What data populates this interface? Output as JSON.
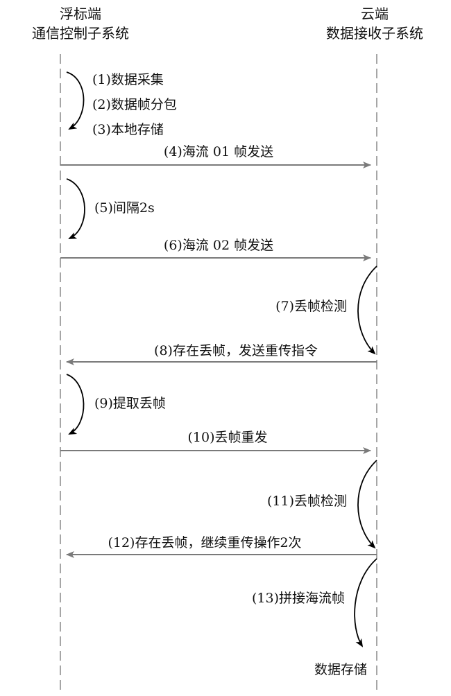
{
  "participants": {
    "left": {
      "name": "浮标端",
      "subsystem": "通信控制子系统"
    },
    "right": {
      "name": "云端",
      "subsystem": "数据接收子系统"
    }
  },
  "steps": [
    {
      "id": "s1",
      "kind": "self",
      "side": "left",
      "label": "(1)数据采集"
    },
    {
      "id": "s2",
      "kind": "self",
      "side": "left",
      "label": "(2)数据帧分包"
    },
    {
      "id": "s3",
      "kind": "self",
      "side": "left",
      "label": "(3)本地存储"
    },
    {
      "id": "s4",
      "kind": "message",
      "from": "left",
      "to": "right",
      "label": "(4)海流 01 帧发送"
    },
    {
      "id": "s5",
      "kind": "self",
      "side": "left",
      "label": "(5)间隔2s"
    },
    {
      "id": "s6",
      "kind": "message",
      "from": "left",
      "to": "right",
      "label": "(6)海流 02 帧发送"
    },
    {
      "id": "s7",
      "kind": "self",
      "side": "right",
      "label": "(7)丢帧检测"
    },
    {
      "id": "s8",
      "kind": "message",
      "from": "right",
      "to": "left",
      "label": "(8)存在丢帧，发送重传指令"
    },
    {
      "id": "s9",
      "kind": "self",
      "side": "left",
      "label": "(9)提取丢帧"
    },
    {
      "id": "s10",
      "kind": "message",
      "from": "left",
      "to": "right",
      "label": "(10)丢帧重发"
    },
    {
      "id": "s11",
      "kind": "self",
      "side": "right",
      "label": "(11)丢帧检测"
    },
    {
      "id": "s12",
      "kind": "message",
      "from": "right",
      "to": "left",
      "label": "(12)存在丢帧，继续重传操作2次"
    },
    {
      "id": "s13",
      "kind": "self",
      "side": "right",
      "label": "(13)拼接海流帧"
    }
  ],
  "final": {
    "label": "数据存储"
  },
  "colors": {
    "message_line": "#7a7a7a",
    "lifeline": "#777777",
    "loop_arrow": "#000000",
    "text": "#111111"
  }
}
